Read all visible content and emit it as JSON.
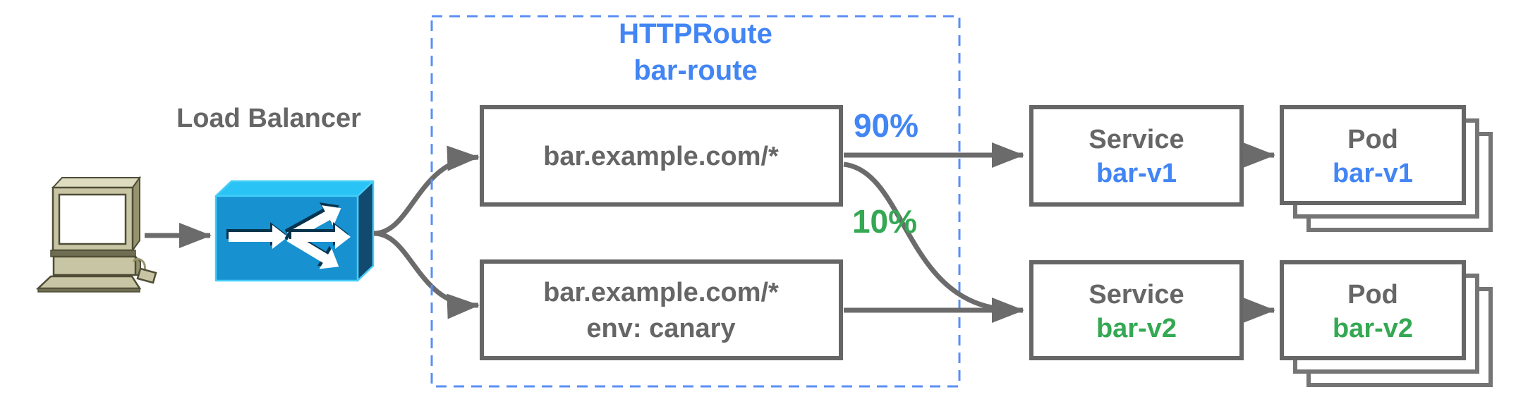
{
  "nodes": {
    "client": {
      "icon": "desktop-computer-icon"
    },
    "load_balancer": {
      "label": "Load Balancer",
      "icon": "load-balancer-icon"
    },
    "httproute": {
      "kind": "HTTPRoute",
      "name": "bar-route",
      "rules": [
        {
          "match": "bar.example.com/*",
          "weight": "90%",
          "weight_color": "#4285f4"
        },
        {
          "match": "bar.example.com/*",
          "header_match": "env: canary",
          "weight": "10%",
          "weight_color": "#34a853"
        }
      ]
    },
    "services": [
      {
        "kind": "Service",
        "name": "bar-v1",
        "color": "#4285f4"
      },
      {
        "kind": "Service",
        "name": "bar-v2",
        "color": "#34a853"
      }
    ],
    "pods": [
      {
        "kind": "Pod",
        "name": "bar-v1",
        "color": "#4285f4",
        "stack_count": 3
      },
      {
        "kind": "Pod",
        "name": "bar-v2",
        "color": "#34a853",
        "stack_count": 3
      }
    ]
  },
  "colors": {
    "blue": "#4285f4",
    "green": "#34a853",
    "text_gray": "#666666",
    "arrow_gray": "#6b6b6b",
    "dash_blue": "#5b8ff5",
    "lb_top": "#29c4f5",
    "lb_front": "#1791d0",
    "lb_side": "#114a6e",
    "computer_beige": "#c8c5a4"
  }
}
